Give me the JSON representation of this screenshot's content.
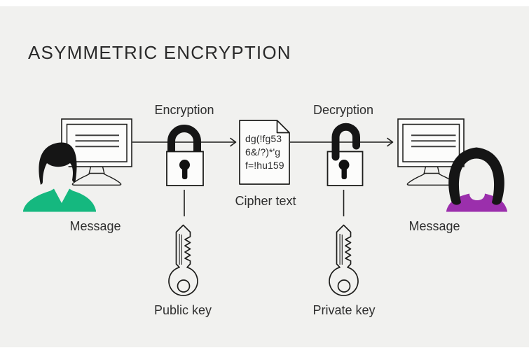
{
  "title": "ASYMMETRIC ENCRYPTION",
  "labels": {
    "encryption": "Encryption",
    "decryption": "Decryption",
    "cipher": "Cipher text",
    "message_sender": "Message",
    "message_receiver": "Message",
    "public_key": "Public key",
    "private_key": "Private key"
  },
  "cipher_lines": [
    "dg(!fg53",
    "6&/?)*'g",
    "f=!hu159"
  ],
  "colors": {
    "background": "#f1f1ef",
    "outline": "#1d1d1b",
    "hair": "#151515",
    "sender_shirt": "#15b87f",
    "receiver_shirt": "#9b2fac"
  },
  "icons": {
    "sender": "person-at-computer-icon",
    "encryption": "locked-padlock-icon",
    "cipher": "document-icon",
    "decryption": "unlocked-padlock-icon",
    "receiver": "person-at-computer-icon",
    "public_key": "key-icon",
    "private_key": "key-icon"
  }
}
